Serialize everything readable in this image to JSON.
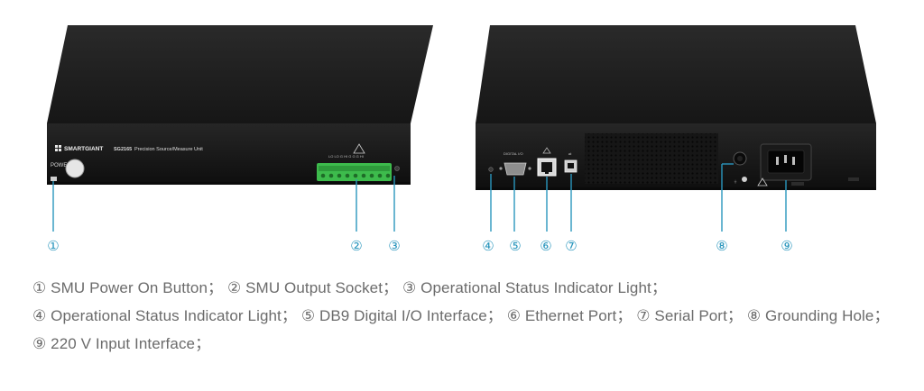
{
  "front_panel": {
    "power_label": "POWER",
    "brand": "SMARTGIANT",
    "model": "SG2165",
    "model_desc": "Precision Source/Measure Unit"
  },
  "rear_panel": {
    "digital_io_label": "DIGITAL I/O"
  },
  "callouts": {
    "n1": "①",
    "n2": "②",
    "n3": "③",
    "n4": "④",
    "n5": "⑤",
    "n6": "⑥",
    "n7": "⑦",
    "n8": "⑧",
    "n9": "⑨"
  },
  "caption": {
    "items": [
      "① SMU Power On Button；",
      "② SMU Output Socket；",
      "③ Operational Status Indicator Light；",
      "④ Operational Status Indicator Light；",
      "⑤ DB9 Digital I/O Interface；",
      "⑥ Ethernet Port；",
      "⑦ Serial Port；",
      "⑧ Grounding Hole；",
      "⑨ 220 V Input Interface；"
    ]
  },
  "colors": {
    "accent": "#2a96bd",
    "device": "#1c1c1c",
    "terminal": "#3dbb4c"
  }
}
